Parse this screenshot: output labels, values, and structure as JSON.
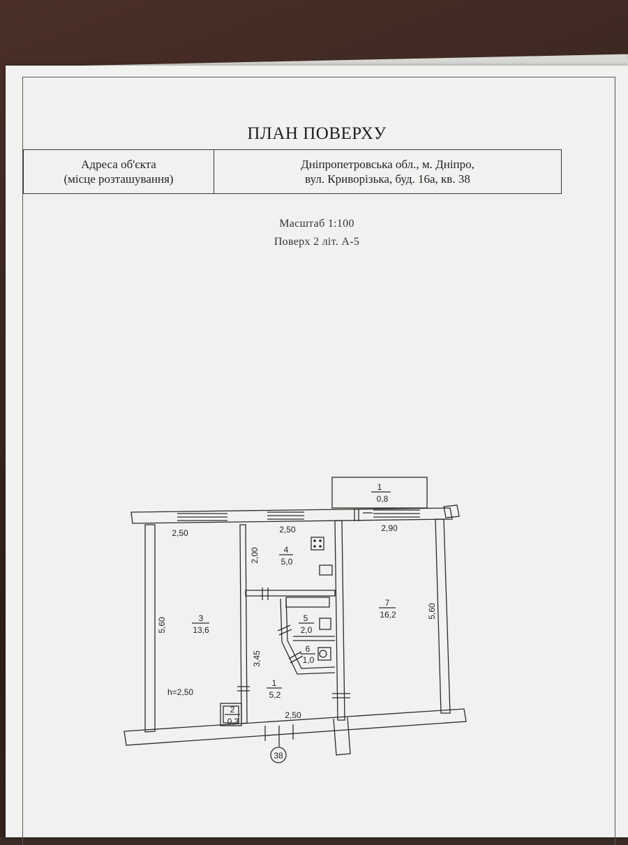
{
  "document": {
    "title": "ПЛАН ПОВЕРХУ",
    "address_label_line1": "Адреса об'єкта",
    "address_label_line2": "(місце розташування)",
    "address_value_line1": "Дніпропетровська обл., м. Дніпро,",
    "address_value_line2": "вул. Криворізька, буд. 16а, кв. 38",
    "scale": "Масштаб 1:100",
    "floor": "Поверх 2 літ. А-5"
  },
  "plan": {
    "rooms": [
      {
        "id": "room-1-balcony",
        "number": "1",
        "area": "0,8"
      },
      {
        "id": "room-4-kitchen",
        "number": "4",
        "area": "5,0"
      },
      {
        "id": "room-3",
        "number": "3",
        "area": "13,6"
      },
      {
        "id": "room-7",
        "number": "7",
        "area": "16,2"
      },
      {
        "id": "room-5-bath",
        "number": "5",
        "area": "2,0"
      },
      {
        "id": "room-6-wc",
        "number": "6",
        "area": "1,0"
      },
      {
        "id": "room-1-hall",
        "number": "1",
        "area": "5,2"
      },
      {
        "id": "room-2-closet",
        "number": "2",
        "area": "0,3"
      }
    ],
    "dimensions": {
      "room3_width": "2,50",
      "room4_width": "2,50",
      "room7_width": "2,90",
      "room3_length": "5,60",
      "room7_length": "5,60",
      "room4_length": "2,00",
      "hall_length": "3,45",
      "hall_width": "2,50"
    },
    "height_label": "h=2,50",
    "apartment_marker": "38"
  }
}
